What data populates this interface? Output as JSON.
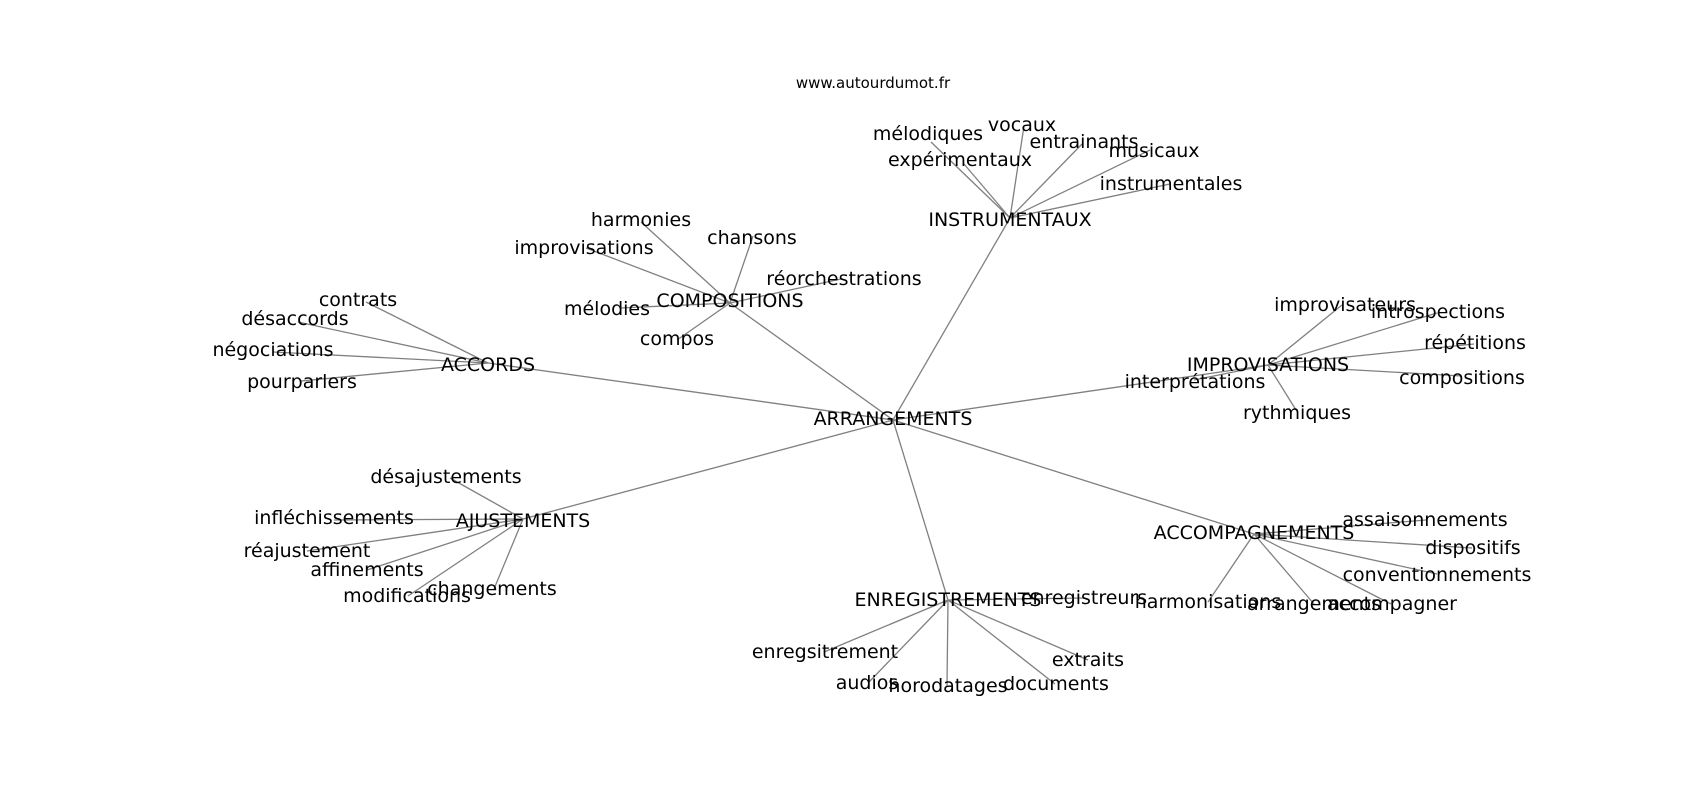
{
  "site_url": "www.autourdumot.fr",
  "colors": {
    "edge": "#808080",
    "text": "#000000",
    "background": "#ffffff"
  },
  "root": "ARRANGEMENTS",
  "clusters": [
    {
      "label": "INSTRUMENTAUX",
      "words": [
        "mélodiques",
        "vocaux",
        "entrainants",
        "musicaux",
        "expérimentaux",
        "instrumentales"
      ]
    },
    {
      "label": "COMPOSITIONS",
      "words": [
        "harmonies",
        "chansons",
        "improvisations",
        "réorchestrations",
        "mélodies",
        "compos"
      ]
    },
    {
      "label": "ACCORDS",
      "words": [
        "contrats",
        "désaccords",
        "négociations",
        "pourparlers"
      ]
    },
    {
      "label": "IMPROVISATIONS",
      "words": [
        "improvisateurs",
        "introspections",
        "répétitions",
        "interprétations",
        "compositions",
        "rythmiques"
      ]
    },
    {
      "label": "AJUSTEMENTS",
      "words": [
        "désajustements",
        "infléchissements",
        "réajustement",
        "affinements",
        "modifications",
        "changements"
      ]
    },
    {
      "label": "ACCOMPAGNEMENTS",
      "words": [
        "assaisonnements",
        "dispositifs",
        "conventionnements",
        "harmonisations",
        "arrangements",
        "accompagner"
      ]
    },
    {
      "label": "ENREGISTREMENTS",
      "words": [
        "enregistreurs",
        "enregsitrement",
        "extraits",
        "audios",
        "horodatages",
        "documents"
      ]
    }
  ]
}
